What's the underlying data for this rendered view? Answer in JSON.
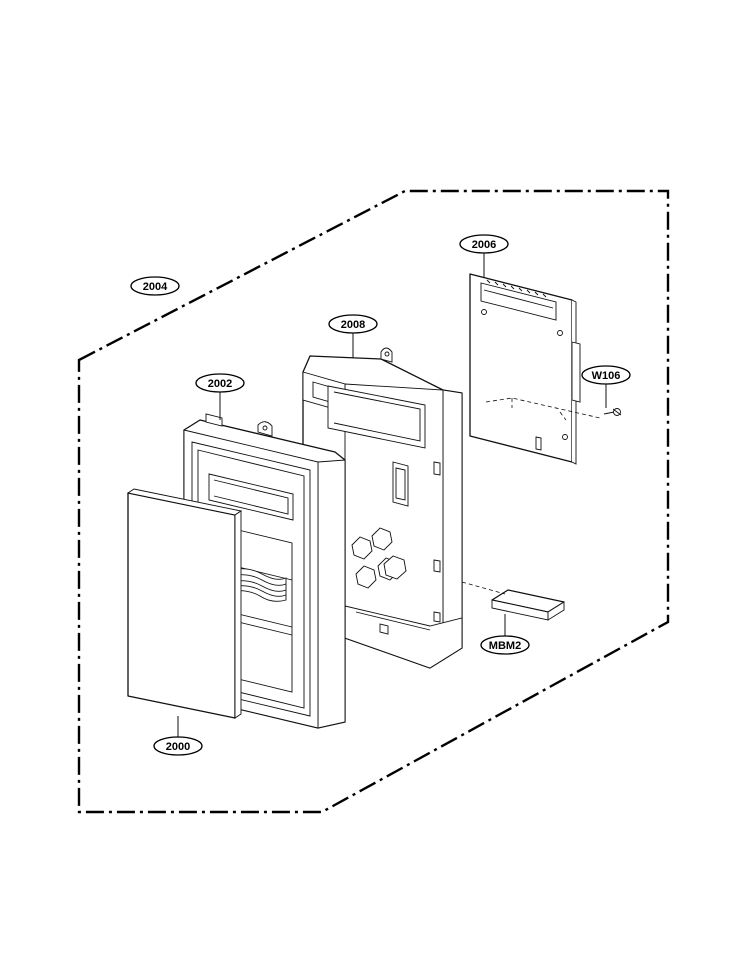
{
  "callouts": {
    "c2004": "2004",
    "c2006": "2006",
    "c2008": "2008",
    "c2002": "2002",
    "cW106": "W106",
    "cMBM2": "MBM2",
    "c2000": "2000"
  }
}
